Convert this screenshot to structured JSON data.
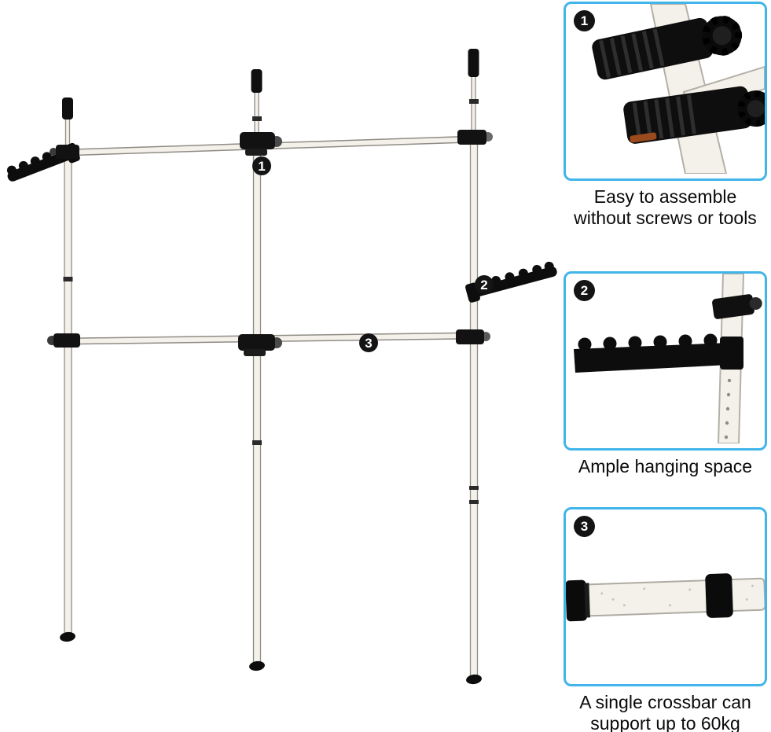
{
  "colors": {
    "panel_border": "#41b5ea",
    "badge_bg": "#141414",
    "badge_text": "#ffffff",
    "pole_fill": "#f4f1ea",
    "pole_stroke": "#8f8c85",
    "hardware": "#0d0d0d",
    "caption_text": "#0a0a0a"
  },
  "diagram": {
    "callouts": [
      {
        "num": "1"
      },
      {
        "num": "2"
      },
      {
        "num": "3"
      }
    ]
  },
  "panels": [
    {
      "num": "1",
      "caption": "Easy to assemble without screws or tools",
      "image": "pole-clamp-closeup"
    },
    {
      "num": "2",
      "caption": "Ample hanging space",
      "image": "hook-rail-closeup"
    },
    {
      "num": "3",
      "caption": "A single crossbar can support up to 60kg",
      "image": "crossbar-ring-closeup"
    }
  ]
}
